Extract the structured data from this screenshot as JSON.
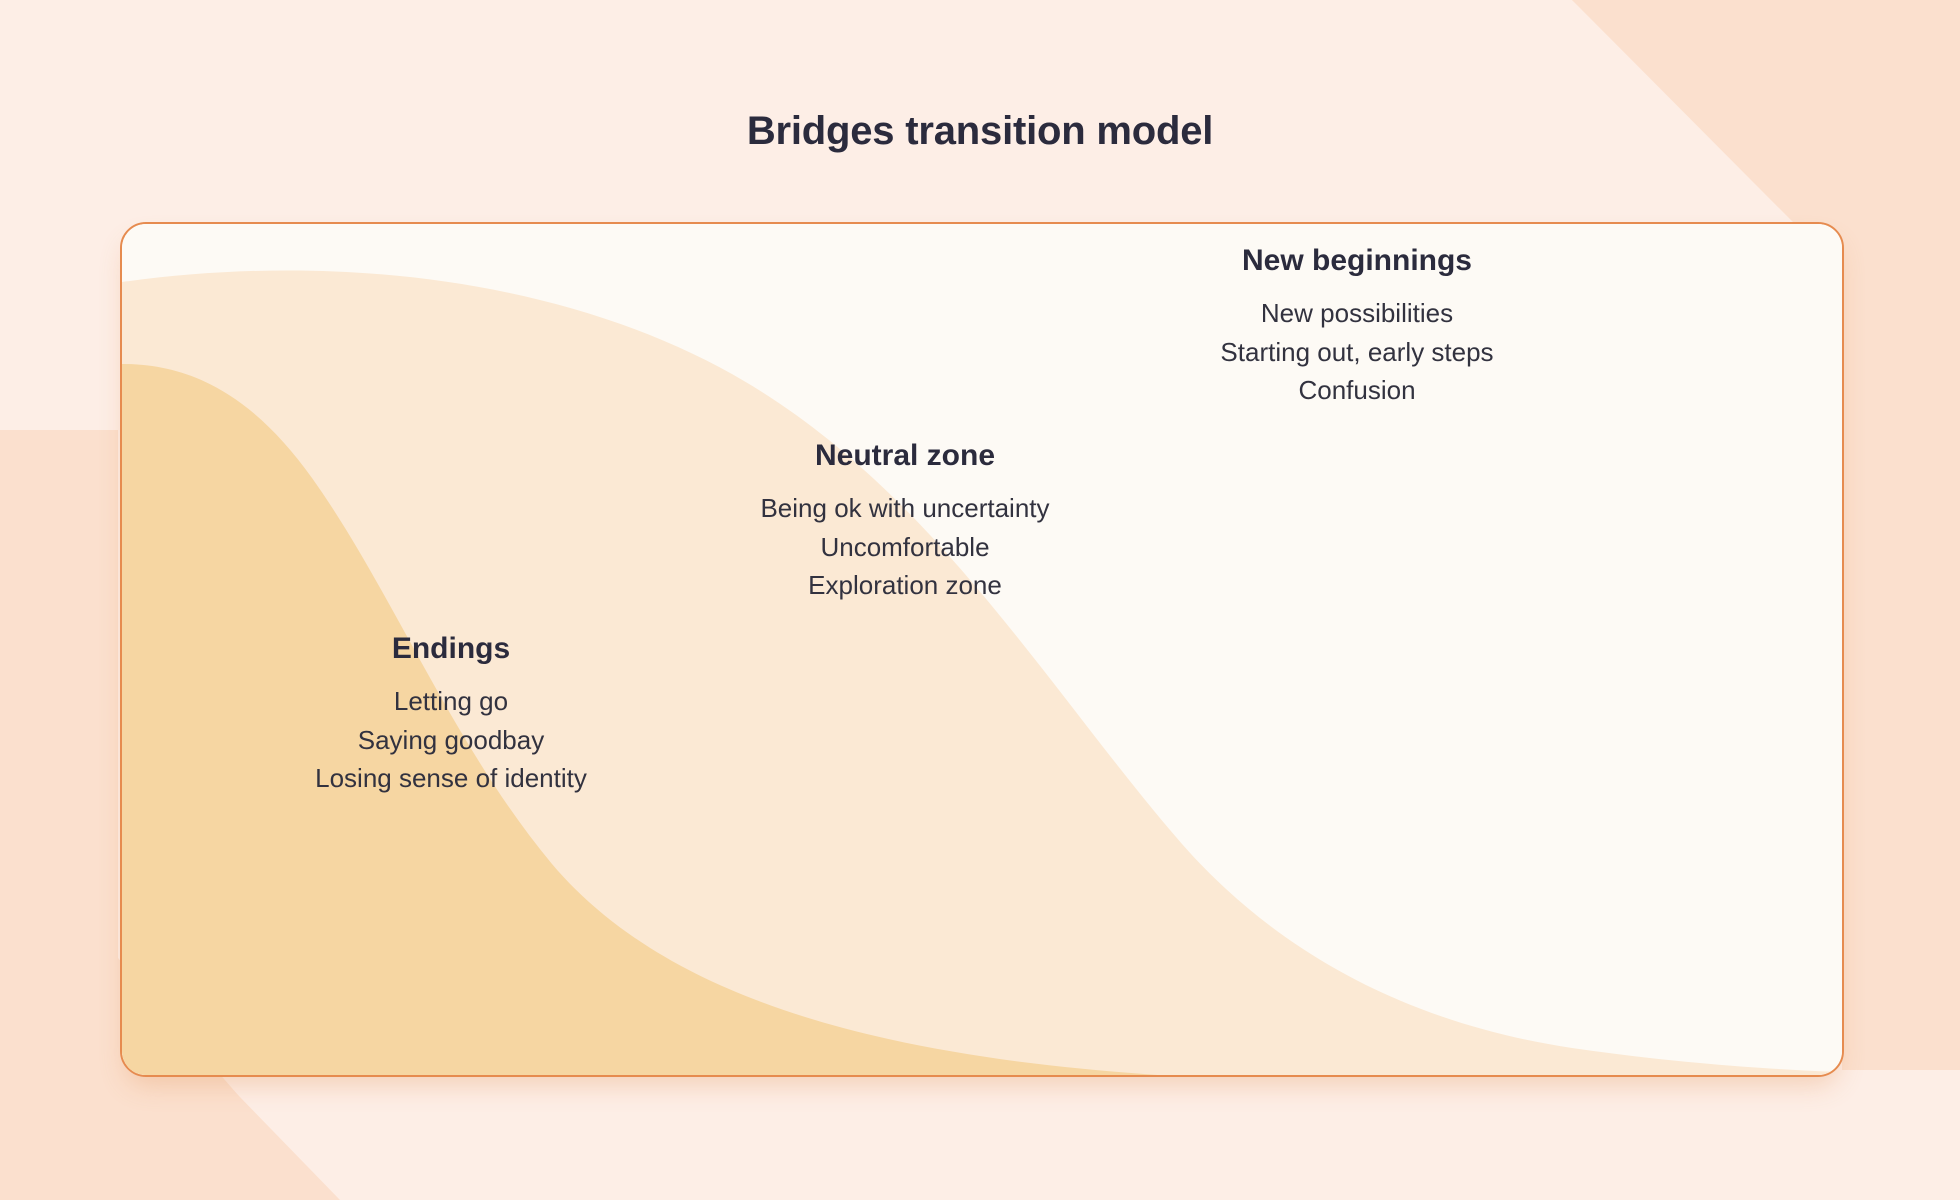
{
  "page": {
    "title": "Bridges transition model",
    "background_color": "#FDEEE6",
    "accent_color": "#E68B4F",
    "text_color": "#2B2B3D"
  },
  "card": {
    "border_color": "#E68B4F",
    "background_color": "#FDFAF5",
    "wave_neutral_color": "#FBE9D4",
    "wave_endings_color": "#F6D6A2"
  },
  "chart_data": {
    "type": "area",
    "title": "Bridges transition model",
    "description": "Three overlapping sigmoid transition bands moving from Endings (lower-left) through the Neutral zone (centre) to New beginnings (upper-right).",
    "xlabel": "",
    "ylabel": "",
    "grid": false,
    "legend": "none",
    "x": [
      0,
      10,
      20,
      30,
      40,
      50,
      60,
      70,
      80,
      90,
      100
    ],
    "series": [
      {
        "name": "Endings",
        "color": "#F6D6A2",
        "values": [
          83,
          80,
          68,
          50,
          33,
          22,
          15,
          11,
          9,
          8,
          8
        ]
      },
      {
        "name": "Neutral zone",
        "color": "#FBE9D4",
        "values": [
          93,
          92,
          88,
          78,
          63,
          45,
          28,
          16,
          9,
          5,
          3
        ]
      },
      {
        "name": "New beginnings",
        "color": "#FDFAF5",
        "values": [
          100,
          100,
          100,
          100,
          100,
          100,
          100,
          100,
          100,
          100,
          100
        ]
      }
    ]
  },
  "phases": [
    {
      "id": "endings",
      "heading": "Endings",
      "lines": [
        "Letting go",
        "Saying goodbay",
        "Losing sense of identity"
      ]
    },
    {
      "id": "neutral-zone",
      "heading": "Neutral zone",
      "lines": [
        "Being ok with uncertainty",
        "Uncomfortable",
        "Exploration zone"
      ]
    },
    {
      "id": "new-beginnings",
      "heading": "New beginnings",
      "lines": [
        "New possibilities",
        "Starting out, early steps",
        "Confusion"
      ]
    }
  ]
}
